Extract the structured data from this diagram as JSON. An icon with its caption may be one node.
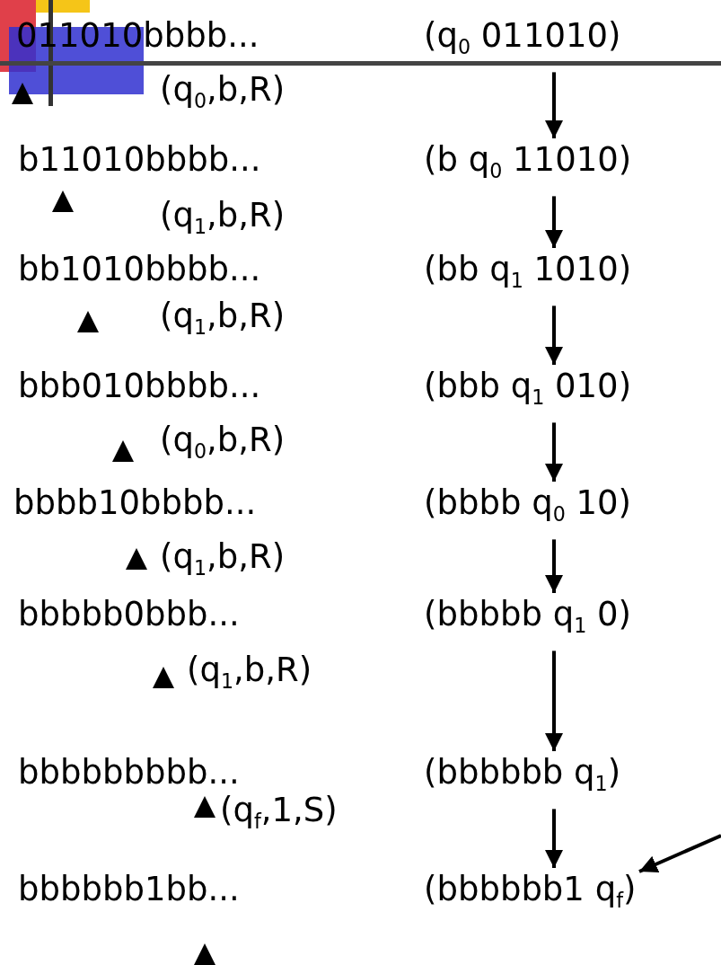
{
  "diagram": {
    "nodes": [
      {
        "text": [
          "(q$_{0}$ 011010)"
        ]
      },
      {
        "text": [
          "(b q$_{0}$ 11010)"
        ]
      },
      {
        "text": [
          "(bb q$_{1}$ 1010)"
        ]
      },
      {
        "text": [
          "(bbb q$_{1}$ 010)"
        ]
      },
      {
        "text": [
          "(bbbb q$_{0}$ 10)"
        ]
      },
      {
        "text": [
          "(bbbbb q$_{1}$ 0)"
        ]
      },
      {
        "text": [
          "(bbbbbb q$_{1}$)"
        ]
      },
      {
        "text": [
          "(bbbbbb1 q$_{f}$)"
        ]
      }
    ],
    "edges": [
      {
        "from": 0,
        "to": 1,
        "arrow": "to"
      },
      {
        "from": 1,
        "to": 2,
        "arrow": "to"
      },
      {
        "from": 2,
        "to": 3,
        "arrow": "to"
      },
      {
        "from": 3,
        "to": 4,
        "arrow": "to"
      },
      {
        "from": 4,
        "to": 5,
        "arrow": "to"
      },
      {
        "from": 5,
        "to": 6,
        "arrow": "to"
      },
      {
        "from": 6,
        "to": 7,
        "arrow": "to"
      },
      {
        "from": null,
        "to": 7,
        "arrow": "to"
      }
    ],
    "labels": [
      "011010bbbb...",
      "(q$_{0}$,b,R)",
      "b11010bbbb...",
      "(q$_{1}$,b,R)",
      "bb1010bbbb...",
      "(q$_{1}$,b,R)",
      "bbb010bbbb...",
      "(q$_{0}$,b,R)",
      "bbbb10bbbb...",
      "(q$_{1}$,b,R)",
      "bbbbb0bbb...",
      "(q$_{1}$,b,R)",
      "bbbbbbbbb...",
      "(q$_{f}$,1,S)",
      "bbbbbb1bb..."
    ]
  }
}
